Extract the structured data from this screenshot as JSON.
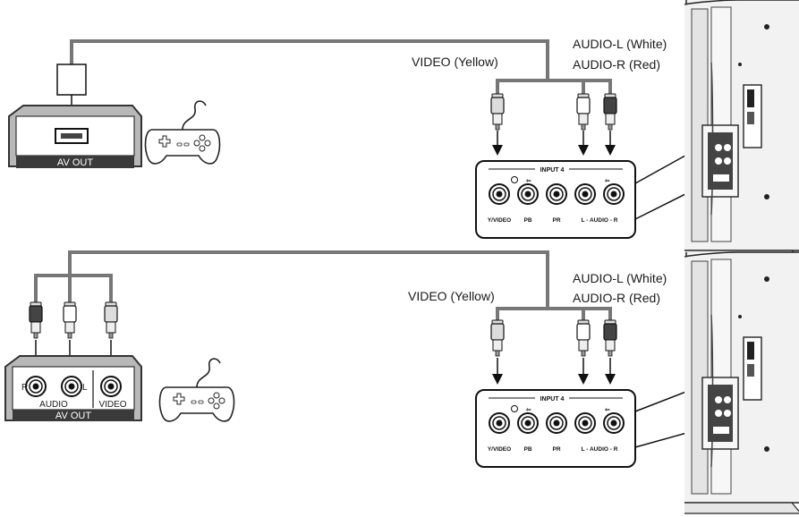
{
  "diagram1": {
    "video_label": "VIDEO (Yellow)",
    "audio_l_label": "AUDIO-L (White)",
    "audio_r_label": "AUDIO-R (Red)",
    "device_output_label": "AV OUT",
    "panel_title": "INPUT 4",
    "panel_jacks": [
      "Y/VIDEO",
      "PB",
      "PR",
      "L - AUDIO - R"
    ]
  },
  "diagram2": {
    "video_label": "VIDEO (Yellow)",
    "audio_l_label": "AUDIO-L (White)",
    "audio_r_label": "AUDIO-R (Red)",
    "device_output_label": "AV OUT",
    "device_audio_label": "AUDIO",
    "device_video_label": "VIDEO",
    "device_r_label": "R",
    "device_l_label": "L",
    "panel_title": "INPUT 4",
    "panel_jacks": [
      "Y/VIDEO",
      "PB",
      "PR",
      "L - AUDIO - R"
    ]
  },
  "colors": {
    "cable": "#777777",
    "device_fill": "#b8b8b8",
    "label_band": "#3a3a3a",
    "tv_body": "#f2f2f2"
  }
}
